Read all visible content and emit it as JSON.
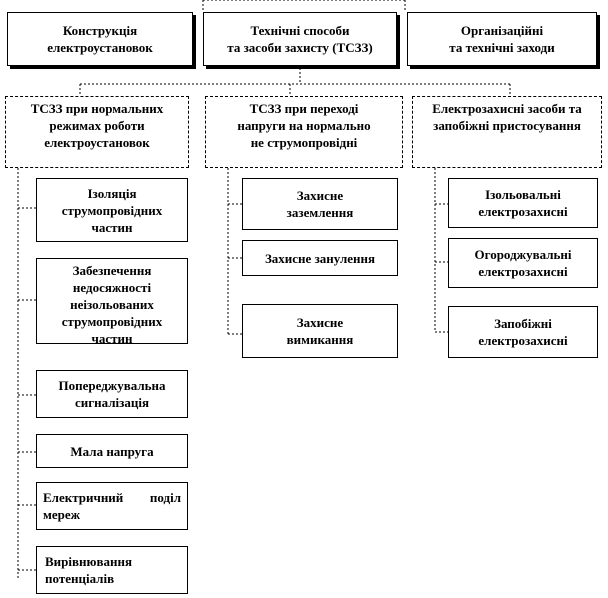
{
  "top_boxes": [
    {
      "line1": "Конструкція",
      "line2": "електроустановок"
    },
    {
      "line1": "Технічні  способи",
      "line2": "та засоби  захисту (ТСЗЗ)"
    },
    {
      "line1": "Організаційні",
      "line2": "та технічні заходи"
    }
  ],
  "categories": [
    {
      "line1": "ТСЗЗ при нормальних",
      "line2": "режимах роботи",
      "line3": "електроустановок"
    },
    {
      "line1": "ТСЗЗ при переході",
      "line2": "напруги на нормально",
      "line3": "не струмопровідні"
    },
    {
      "line1": "Електрозахисні засоби та",
      "line2": "запобіжні пристосування"
    }
  ],
  "col1_items": [
    {
      "lines": [
        "Ізоляція",
        "струмопровідних",
        "частин"
      ]
    },
    {
      "lines": [
        "Забезпечення",
        "недосяжності",
        "неізольованих",
        "струмопровідних",
        "частин"
      ]
    },
    {
      "lines": [
        "Попереджувальна",
        "сигналізація"
      ]
    },
    {
      "lines": [
        "Мала напруга"
      ]
    },
    {
      "lines": [
        "Електричний      поділ",
        "мереж"
      ]
    },
    {
      "lines": [
        "Вирівнювання",
        "потенціалів"
      ]
    }
  ],
  "col2_items": [
    {
      "lines": [
        "Захисне",
        "заземлення"
      ]
    },
    {
      "lines": [
        "Захисне занулення"
      ]
    },
    {
      "lines": [
        "Захисне",
        "вимикання"
      ]
    }
  ],
  "col3_items": [
    {
      "lines": [
        "Ізольовальні",
        "електрозахисні"
      ]
    },
    {
      "lines": [
        "Огороджувальні",
        "електрозахисні"
      ]
    },
    {
      "lines": [
        "Запобіжні",
        "електрозахисні"
      ]
    }
  ]
}
